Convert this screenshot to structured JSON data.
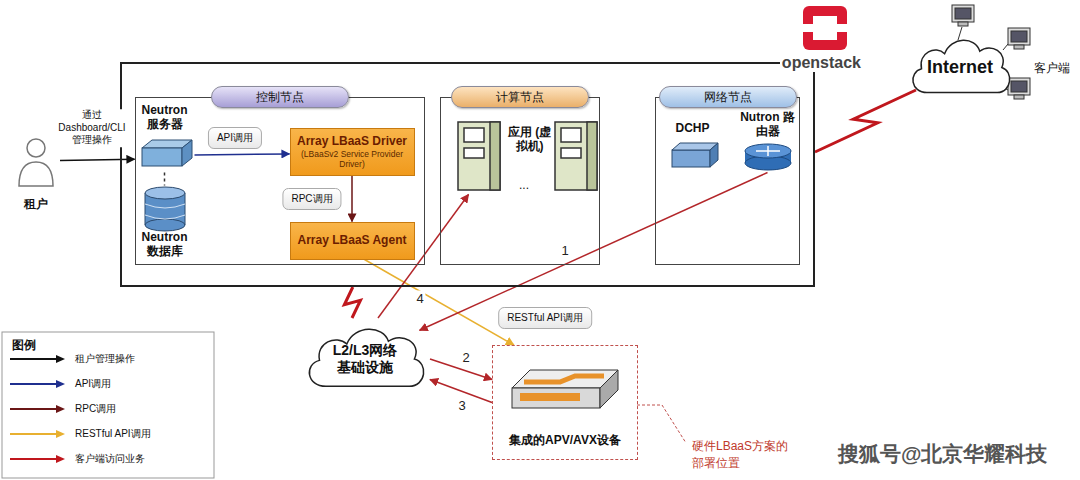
{
  "diagram": {
    "nodes": [
      {
        "text": [
          "openstack"
        ]
      },
      {
        "text": [
          "控制节点"
        ],
        "in": 0
      },
      {
        "text": [
          "Neutron 服务器"
        ],
        "in": 1
      },
      {
        "text": [
          "Neutron 数据库"
        ],
        "in": 1
      },
      {
        "text": [
          "Array LBaaS Driver",
          "(LBaaSv2 Service Provider Driver)"
        ],
        "in": 1
      },
      {
        "text": [
          "Array LBaaS Agent"
        ],
        "in": 1
      },
      {
        "text": [
          "计算节点"
        ],
        "in": 0
      },
      {
        "text": [
          "应用 (虚拟机)"
        ],
        "in": 6
      },
      {
        "text": [
          "网络节点"
        ],
        "in": 0
      },
      {
        "text": [
          "DCHP"
        ],
        "in": 8
      },
      {
        "text": [
          "Nutron 路由器"
        ],
        "in": 8
      },
      {
        "text": [
          "Internet"
        ]
      },
      {
        "text": [
          "租户"
        ]
      },
      {
        "text": [
          "L2/L3网络 基础设施"
        ]
      },
      {
        "text": [
          "集成的APV/AVX设备"
        ]
      }
    ],
    "edges": [
      {
        "from": 12,
        "to": 2,
        "label": "通过 Dashboard/CLI 管理操作",
        "arrow": "to"
      },
      {
        "from": 2,
        "to": 3,
        "arrow": "none"
      },
      {
        "from": 2,
        "to": 4,
        "label": "API调用",
        "arrow": "to"
      },
      {
        "from": 4,
        "to": 5,
        "label": "RPC调用",
        "arrow": "to"
      },
      {
        "from": 5,
        "to": 14,
        "label": "RESTful API调用",
        "arrow": "to"
      },
      {
        "from": 11,
        "to": 0,
        "arrow": "none"
      },
      {
        "from": 10,
        "to": 13,
        "label": "1",
        "arrow": "to"
      },
      {
        "from": 13,
        "to": 0,
        "arrow": "none"
      },
      {
        "from": 13,
        "to": 7,
        "label": "4",
        "arrow": "to"
      },
      {
        "from": 13,
        "to": 14,
        "label": "2",
        "arrow": "to"
      },
      {
        "from": 14,
        "to": 13,
        "label": "3",
        "arrow": "to"
      }
    ],
    "labels": [
      "...",
      "客户端",
      "硬件LBaaS方案的部署位置",
      "图例",
      "搜狐号@北京华耀科技"
    ],
    "legend": [
      {
        "text": "租户管理操作"
      },
      {
        "text": "API调用"
      },
      {
        "text": "RPC调用"
      },
      {
        "text": "RESTful API调用"
      },
      {
        "text": "客户端访问业务"
      }
    ]
  }
}
